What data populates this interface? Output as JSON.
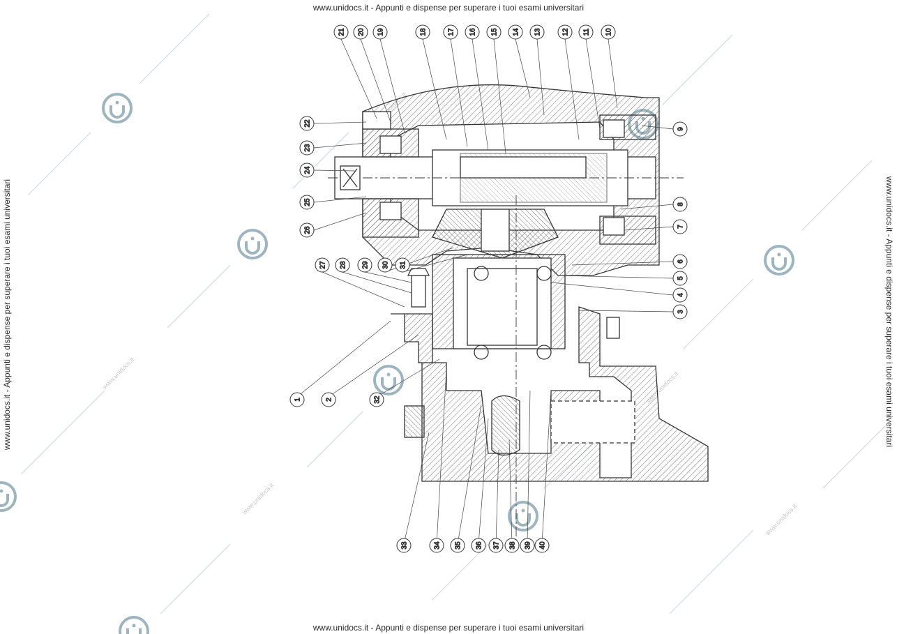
{
  "watermark": {
    "text": "www.unidocs.it - Appunti e dispense per superare i tuoi esami universitari",
    "site": "www.unidocs.it"
  },
  "drawing": {
    "part_numbers": [
      "1",
      "2",
      "3",
      "4",
      "5",
      "6",
      "7",
      "8",
      "9",
      "10",
      "11",
      "12",
      "13",
      "14",
      "15",
      "16",
      "17",
      "18",
      "19",
      "20",
      "21",
      "22",
      "23",
      "24",
      "25",
      "26",
      "27",
      "28",
      "29",
      "30",
      "31",
      "32",
      "33",
      "34",
      "35",
      "36",
      "37",
      "38",
      "39",
      "40"
    ]
  },
  "colors": {
    "ink": "#333333",
    "watermark_logo": "#9db5c0",
    "background": "#ffffff"
  }
}
